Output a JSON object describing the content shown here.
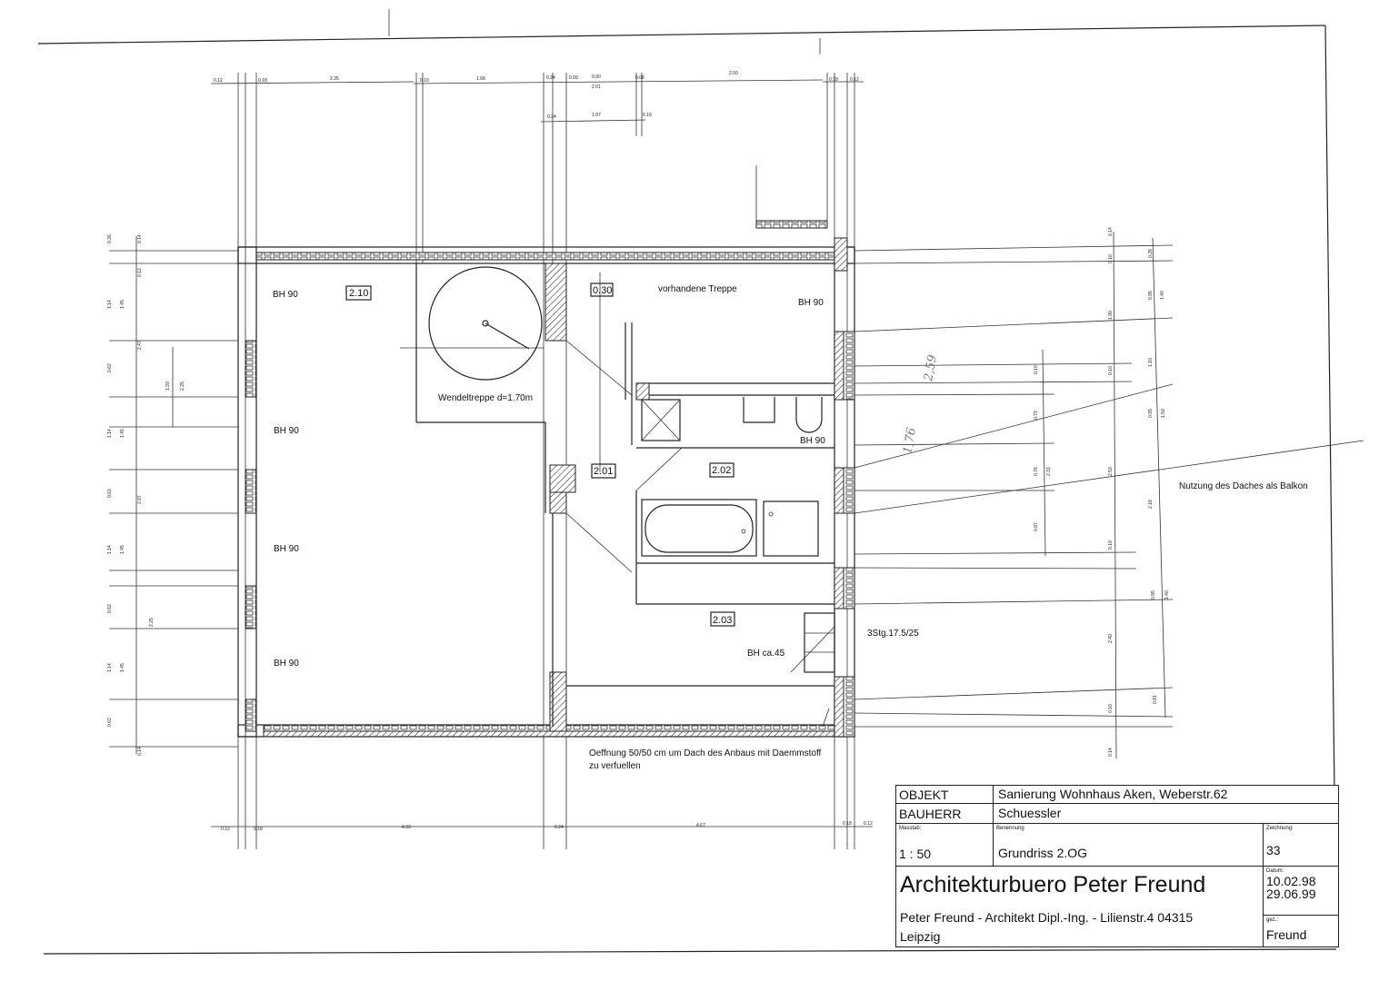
{
  "title_block": {
    "objekt_label": "OBJEKT",
    "objekt_value": "Sanierung Wohnhaus Aken, Weberstr.62",
    "bauherr_label": "BAUHERR",
    "bauherr_value": "Schuessler",
    "massstab_label": "Masstab:",
    "massstab_value": "1 : 50",
    "benennung_label": "Benennung",
    "benennung_value": "Grundriss 2.OG",
    "zeichnung_label": "Zeichnung:",
    "zeichnung_value": "33",
    "office_name": "Architekturbuero Peter Freund",
    "office_address": "Peter Freund - Architekt Dipl.-Ing. - Lilienstr.4 04315",
    "office_city": "Leipzig",
    "datum_label": "Datum:",
    "datum_1": "10.02.98",
    "datum_2": "29.06.99",
    "gez_label": "gez.:",
    "gez_value": "Freund"
  },
  "rooms": {
    "r210": "2.10",
    "r030": "0.30",
    "r201": "2.01",
    "r202": "2.02",
    "r203": "2.03"
  },
  "annotations": {
    "bh90": "BH 90",
    "vorhandene_treppe": "vorhandene Treppe",
    "wendeltreppe": "Wendeltreppe d=1.70m",
    "balkon": "Nutzung des Daches als Balkon",
    "stufen": "3Stg.17.5/25",
    "bh45": "BH ca.45",
    "oeffnung_1": "Oeffnung 50/50 cm um Dach des Anbaus mit Daemmstoff",
    "oeffnung_2": "zu verfuellen",
    "hand_1": "2,59",
    "hand_2": "1,76"
  },
  "dimensions": {
    "top": [
      "0.12",
      "0.18",
      "2.35",
      "0.10",
      "1.68",
      "0.24",
      "0.09",
      "0.90",
      "0.08",
      "2.50",
      "0.18",
      "0.12"
    ],
    "top_inner": [
      "2.01",
      "0.24",
      "1.07",
      "0.10"
    ],
    "bottom": [
      "0.12",
      "0.18",
      "4.33",
      "0.24",
      "4.67",
      "0.18",
      "0.12"
    ],
    "right_a": [
      "0.10",
      "0.79",
      "0.76",
      "2.31",
      "0.87"
    ],
    "right_b": [
      "0.14",
      "0.10",
      "1.90",
      "0.10",
      "2.53",
      "0.10",
      "2.40",
      "0.10",
      "0.14"
    ],
    "right_c": [
      "0.28",
      "0.95",
      "1.40",
      "1.10",
      "0.95",
      "1.50",
      "2.18",
      "0.95",
      "1.40",
      "0.81"
    ],
    "left": [
      "0.26",
      "0.14",
      "0.12",
      "1.14",
      "1.45",
      "0.62",
      "2.47",
      "1.20",
      "2.25",
      "1.14",
      "1.45",
      "0.62",
      "2.07",
      "1.14",
      "1.45",
      "0.62",
      "2.25",
      "1.14",
      "1.45",
      "0.62",
      "0.14"
    ]
  }
}
